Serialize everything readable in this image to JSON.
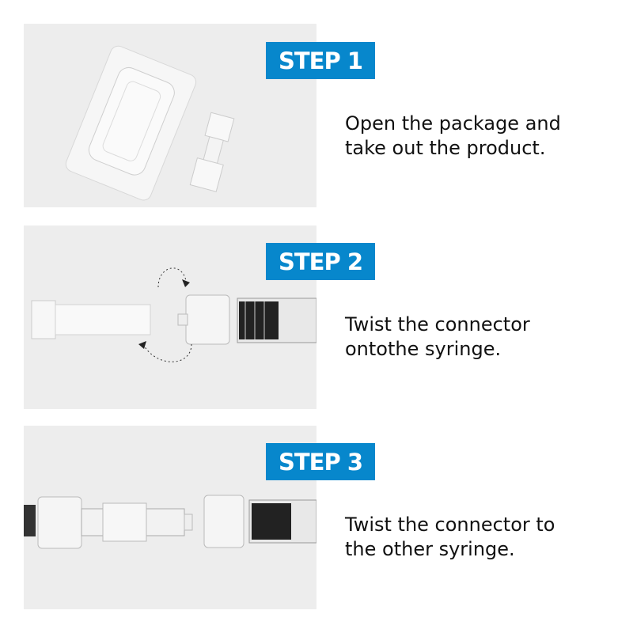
{
  "steps": [
    {
      "label": "STEP 1",
      "text_line1": "Open the package and",
      "text_line2": "take out the product."
    },
    {
      "label": "STEP 2",
      "text_line1": "Twist the connector",
      "text_line2": "ontothe syringe."
    },
    {
      "label": "STEP 3",
      "text_line1": "Twist the connector to",
      "text_line2": "the other syringe."
    }
  ],
  "colors": {
    "badge": "#0787cc",
    "panel": "#ededed"
  }
}
